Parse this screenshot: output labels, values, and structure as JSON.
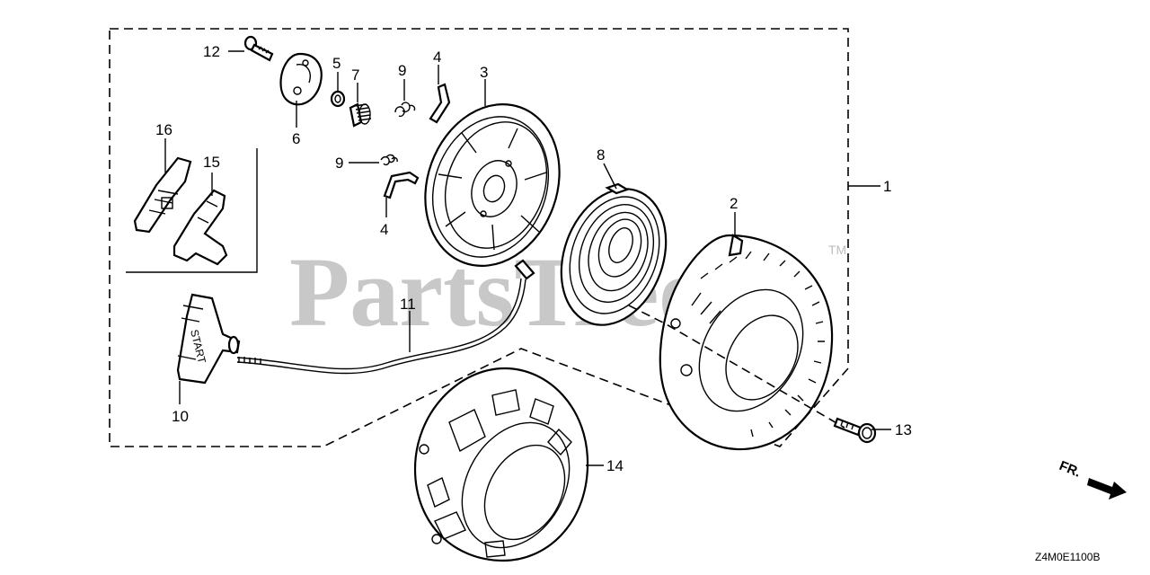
{
  "watermark": {
    "text": "PartsTree",
    "tm": "TM"
  },
  "callouts": [
    {
      "id": "c1",
      "label": "1"
    },
    {
      "id": "c2",
      "label": "2"
    },
    {
      "id": "c3",
      "label": "3"
    },
    {
      "id": "c4a",
      "label": "4"
    },
    {
      "id": "c4b",
      "label": "4"
    },
    {
      "id": "c5",
      "label": "5"
    },
    {
      "id": "c6",
      "label": "6"
    },
    {
      "id": "c7",
      "label": "7"
    },
    {
      "id": "c8",
      "label": "8"
    },
    {
      "id": "c9a",
      "label": "9"
    },
    {
      "id": "c9b",
      "label": "9"
    },
    {
      "id": "c10",
      "label": "10"
    },
    {
      "id": "c11",
      "label": "11"
    },
    {
      "id": "c12",
      "label": "12"
    },
    {
      "id": "c13",
      "label": "13"
    },
    {
      "id": "c14",
      "label": "14"
    },
    {
      "id": "c15",
      "label": "15"
    },
    {
      "id": "c16",
      "label": "16"
    }
  ],
  "handle_text": "START",
  "direction_label": "FR.",
  "diagram_code": "Z4M0E1100B"
}
